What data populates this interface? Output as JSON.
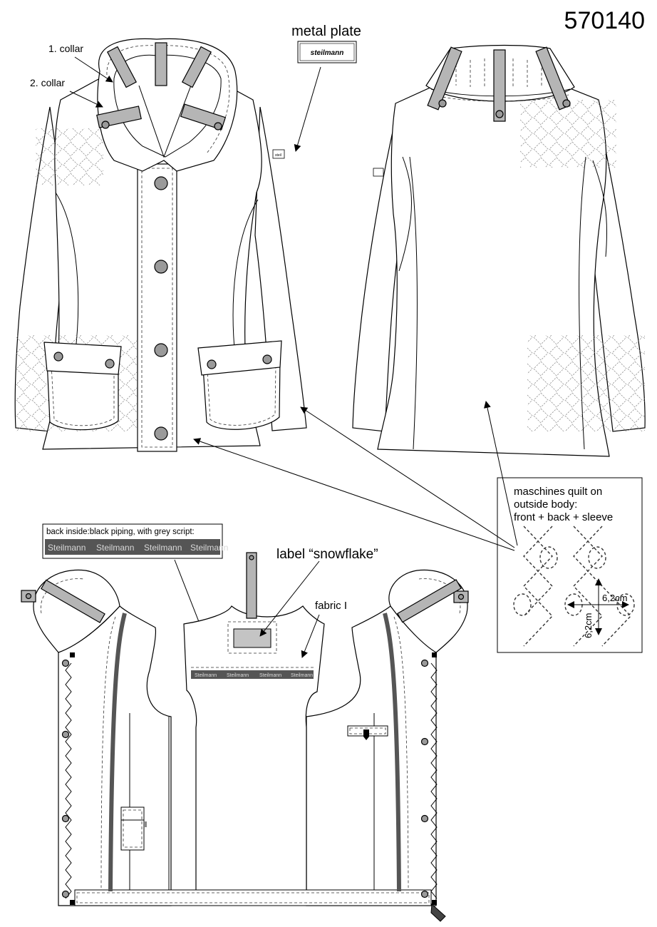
{
  "style_number": "570140",
  "callouts": {
    "collar_1": "1. collar",
    "collar_2": "2. collar",
    "metal_plate": "metal plate",
    "metal_plate_brand": "steilmann",
    "label_snowflake": "label “snowflake”",
    "fabric": "fabric I"
  },
  "quilt_note": {
    "lines": [
      "maschines quilt on",
      "outside body:",
      "front + back + sleeve"
    ],
    "measure_width": "6,2cm",
    "measure_height": "6,2cm"
  },
  "piping_note": {
    "title": "back inside:black piping, with grey script:",
    "script": [
      "Steilmann",
      "Steilmann",
      "Steilmann",
      "Steilmann"
    ]
  },
  "tape_script": [
    "Steilmann",
    "Steilmann",
    "Steilmann",
    "Steilmann"
  ],
  "sleeve_label_text": "steil",
  "colors": {
    "tab_grey": "#b5b5b5",
    "button_grey": "#9a9a9a",
    "piping_tape": "#555555"
  }
}
